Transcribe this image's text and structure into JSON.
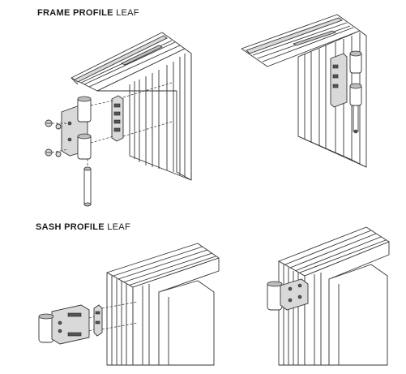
{
  "headings": {
    "frame": {
      "bold": "FRAME PROFILE",
      "light": "LEAF"
    },
    "sash": {
      "bold": "SASH PROFILE",
      "light": "LEAF"
    }
  }
}
